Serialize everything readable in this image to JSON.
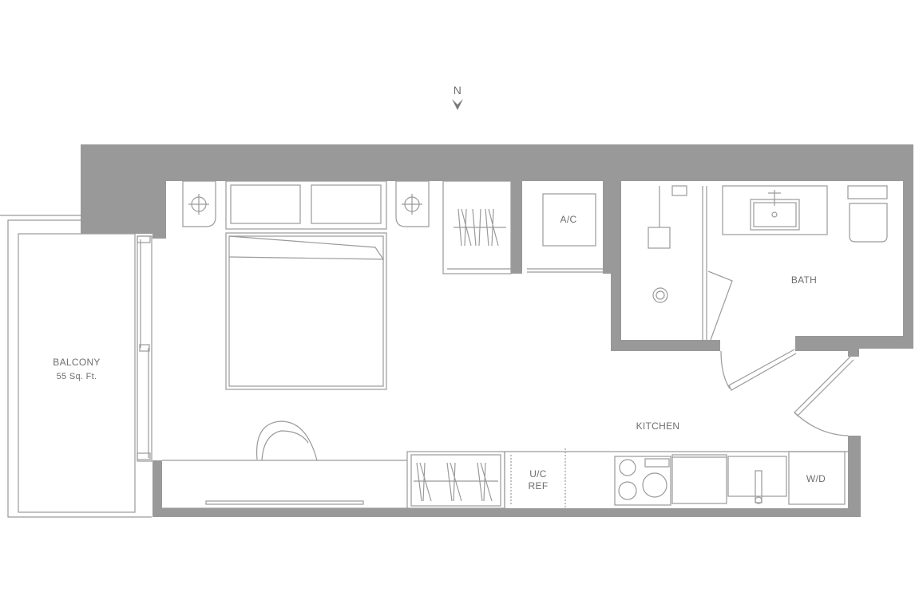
{
  "compass": {
    "label": "N"
  },
  "rooms": {
    "balcony": {
      "name": "BALCONY",
      "area": "55 Sq. Ft."
    },
    "ac": {
      "name": "A/C"
    },
    "bath": {
      "name": "BATH"
    },
    "kitchen": {
      "name": "KITCHEN"
    },
    "ref": {
      "line1": "U/C",
      "line2": "REF"
    },
    "wd": {
      "name": "W/D"
    }
  },
  "colors": {
    "wall": "#999999",
    "line": "#9a9a9a",
    "text": "#6e6e6e",
    "background": "#ffffff"
  }
}
